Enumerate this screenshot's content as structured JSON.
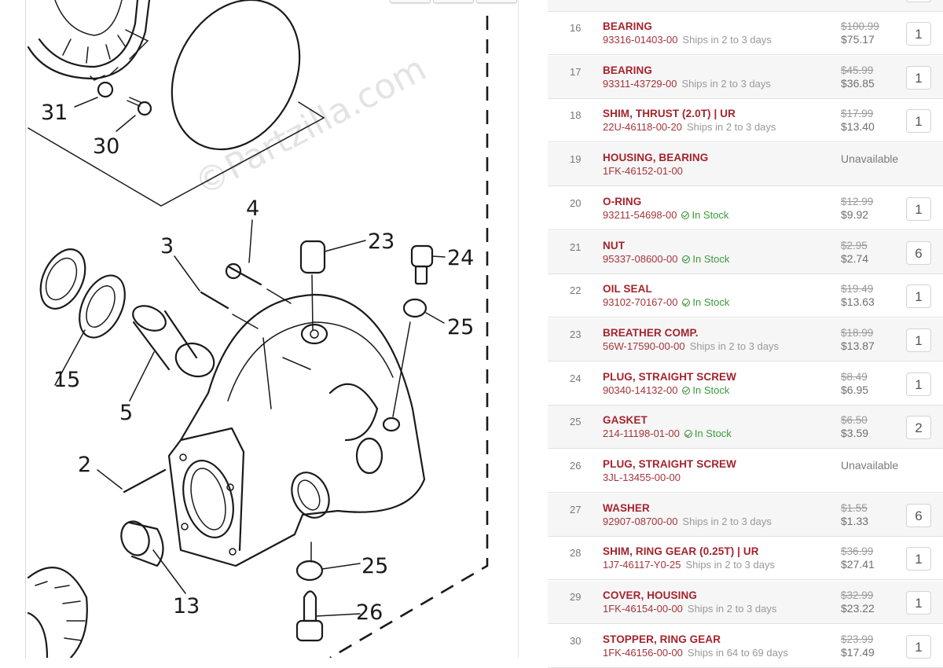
{
  "diagram": {
    "watermark": "©Partzilla.com",
    "callouts": [
      "31",
      "30",
      "4",
      "3",
      "23",
      "24",
      "25",
      "15",
      "5",
      "2",
      "13",
      "25",
      "26"
    ]
  },
  "parts": [
    {
      "ref": "16",
      "name": "BEARING",
      "part_number": "93316-01403-00",
      "availability": "Ships in 2 to 3 days",
      "in_stock": false,
      "msrp": "$100.99",
      "price": "$75.17",
      "qty": "1"
    },
    {
      "ref": "17",
      "name": "BEARING",
      "part_number": "93311-43729-00",
      "availability": "Ships in 2 to 3 days",
      "in_stock": false,
      "msrp": "$45.99",
      "price": "$36.85",
      "qty": "1"
    },
    {
      "ref": "18",
      "name": "SHIM, THRUST (2.0T) | UR",
      "part_number": "22U-46118-00-20",
      "availability": "Ships in 2 to 3 days",
      "in_stock": false,
      "msrp": "$17.99",
      "price": "$13.40",
      "qty": "1"
    },
    {
      "ref": "19",
      "name": "HOUSING, BEARING",
      "part_number": "1FK-46152-01-00",
      "availability": "",
      "unavailable": "Unavailable"
    },
    {
      "ref": "20",
      "name": "O-RING",
      "part_number": "93211-54698-00",
      "availability": "In Stock",
      "in_stock": true,
      "msrp": "$12.99",
      "price": "$9.92",
      "qty": "1"
    },
    {
      "ref": "21",
      "name": "NUT",
      "part_number": "95337-08600-00",
      "availability": "In Stock",
      "in_stock": true,
      "msrp": "$2.95",
      "price": "$2.74",
      "qty": "6"
    },
    {
      "ref": "22",
      "name": "OIL SEAL",
      "part_number": "93102-70167-00",
      "availability": "In Stock",
      "in_stock": true,
      "msrp": "$19.49",
      "price": "$13.63",
      "qty": "1"
    },
    {
      "ref": "23",
      "name": "BREATHER COMP.",
      "part_number": "56W-17590-00-00",
      "availability": "Ships in 2 to 3 days",
      "in_stock": false,
      "msrp": "$18.99",
      "price": "$13.87",
      "qty": "1"
    },
    {
      "ref": "24",
      "name": "PLUG, STRAIGHT SCREW",
      "part_number": "90340-14132-00",
      "availability": "In Stock",
      "in_stock": true,
      "msrp": "$8.49",
      "price": "$6.95",
      "qty": "1"
    },
    {
      "ref": "25",
      "name": "GASKET",
      "part_number": "214-11198-01-00",
      "availability": "In Stock",
      "in_stock": true,
      "msrp": "$6.50",
      "price": "$3.59",
      "qty": "2"
    },
    {
      "ref": "26",
      "name": "PLUG, STRAIGHT SCREW",
      "part_number": "3JL-13455-00-00",
      "availability": "",
      "unavailable": "Unavailable"
    },
    {
      "ref": "27",
      "name": "WASHER",
      "part_number": "92907-08700-00",
      "availability": "Ships in 2 to 3 days",
      "in_stock": false,
      "msrp": "$1.55",
      "price": "$1.33",
      "qty": "6"
    },
    {
      "ref": "28",
      "name": "SHIM, RING GEAR (0.25T) | UR",
      "part_number": "1J7-46117-Y0-25",
      "availability": "Ships in 2 to 3 days",
      "in_stock": false,
      "msrp": "$36.99",
      "price": "$27.41",
      "qty": "1"
    },
    {
      "ref": "29",
      "name": "COVER, HOUSING",
      "part_number": "1FK-46154-00-00",
      "availability": "Ships in 2 to 3 days",
      "in_stock": false,
      "msrp": "$32.99",
      "price": "$23.22",
      "qty": "1"
    },
    {
      "ref": "30",
      "name": "STOPPER, RING GEAR",
      "part_number": "1FK-46156-00-00",
      "availability": "Ships in 64 to 69 days",
      "in_stock": false,
      "msrp": "$23.99",
      "price": "$17.49",
      "qty": "1"
    }
  ],
  "colors": {
    "part_name": "#a5232c",
    "part_number": "#a5343a",
    "in_stock": "#3b9a3b",
    "row_alt": "#f6f6f6"
  }
}
